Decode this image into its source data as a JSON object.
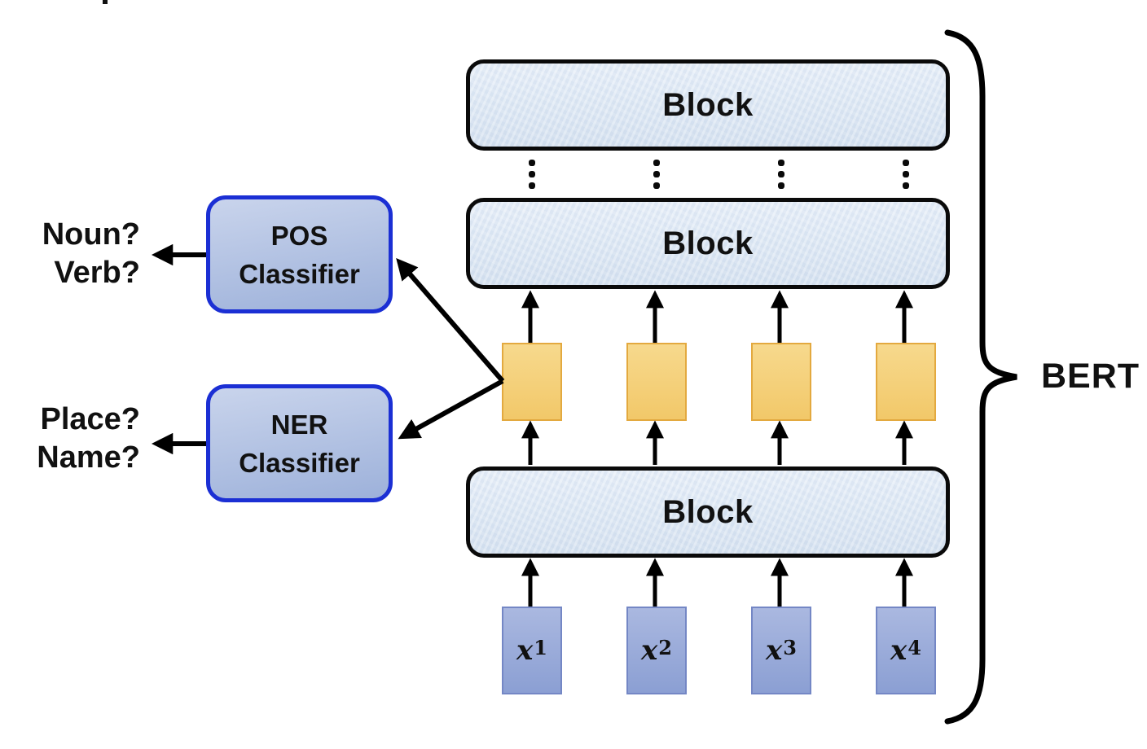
{
  "questions": {
    "pos": [
      "Noun?",
      "Verb?"
    ],
    "ner": [
      "Place?",
      "Name?"
    ]
  },
  "classifiers": {
    "pos": {
      "title": "POS",
      "subtitle": "Classifier"
    },
    "ner": {
      "title": "NER",
      "subtitle": "Classifier"
    }
  },
  "blocks": {
    "top": "Block",
    "middle": "Block",
    "bottom": "Block"
  },
  "inputs": [
    {
      "base": "x",
      "sup": "1"
    },
    {
      "base": "x",
      "sup": "2"
    },
    {
      "base": "x",
      "sup": "3"
    },
    {
      "base": "x",
      "sup": "4"
    }
  ],
  "brace_label": "BERT",
  "repeat_indicator": "vertical-ellipsis",
  "colors": {
    "classifier_border": "#1b2fd4",
    "classifier_fill_top": "#c9d4ec",
    "classifier_fill_bottom": "#9db1da",
    "block_fill": "#dde8f4",
    "block_border": "#0a0a0a",
    "embedding_fill_top": "#f7d98d",
    "embedding_fill_bottom": "#f2c869",
    "embedding_border": "#e3a93f",
    "input_fill_top": "#aab8e0",
    "input_fill_bottom": "#8b9fd3",
    "input_border": "#7487c5",
    "arrow_color": "#000000"
  }
}
